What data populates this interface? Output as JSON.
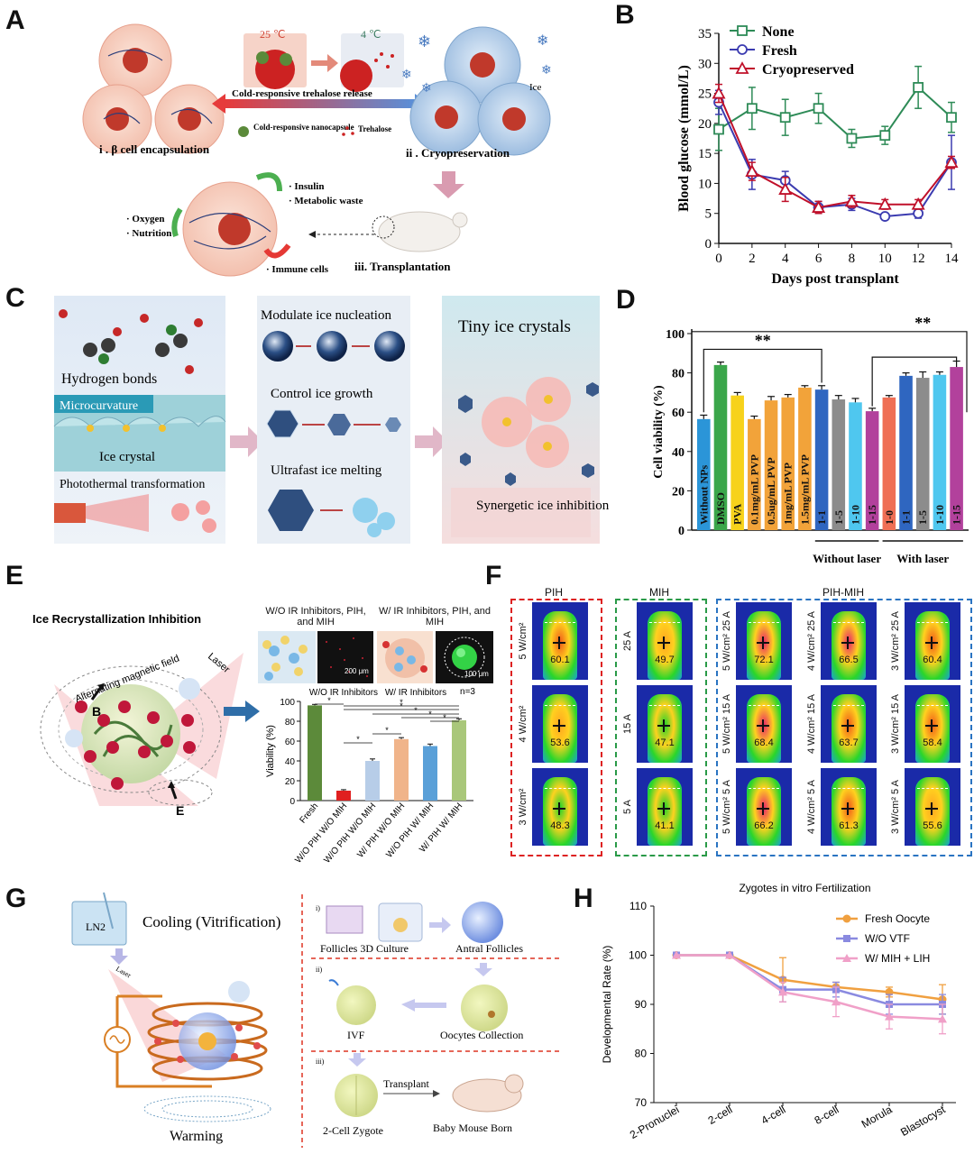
{
  "panel_labels": {
    "a": "A",
    "b": "B",
    "c": "C",
    "d": "D",
    "e": "E",
    "f": "F",
    "g": "G",
    "h": "H"
  },
  "panel_a": {
    "temp_warm": "25 ℃",
    "temp_cold": "4 ℃",
    "arrow_label": "Cold-responsive trehalose release",
    "legend_nanocapsule": "Cold-responsive nanocapsule",
    "legend_trehalose": "Trehalose",
    "step1": "i . β cell encapsulation",
    "step2": "ii . Cryopreservation",
    "step3": "iii. Transplantation",
    "ice": "Ice",
    "insulin": "· Insulin",
    "waste": "· Metabolic waste",
    "oxygen": "· Oxygen",
    "nutrition": "· Nutrition",
    "immune": "· Immune cells"
  },
  "panel_c": {
    "hbonds": "Hydrogen bonds",
    "microcurvature": "Microcurvature",
    "ice_crystal": "Ice crystal",
    "photothermal": "Photothermal transformation",
    "modulate": "Modulate ice nucleation",
    "control": "Control ice growth",
    "ultrafast": "Ultrafast ice melting",
    "tiny": "Tiny ice crystals",
    "synergetic": "Synergetic ice inhibition"
  },
  "panel_e": {
    "title": "Ice Recrystallization Inhibition",
    "field": "Alternating magnetic field",
    "laser": "Laser",
    "b_vec": "B",
    "e_vec": "E",
    "wo_header": "W/O IR Inhibitors, PIH, and MIH",
    "w_header": "W/ IR Inhibitors, PIH, and MIH",
    "scale1": "200 μm",
    "scale2": "100 μm",
    "group_wo": "W/O IR Inhibitors",
    "group_w": "W/ IR Inhibitors",
    "n": "n=3",
    "sig": "*"
  },
  "panel_f": {
    "pih": "PIH",
    "mih": "MIH",
    "pihmih": "PIH-MIH",
    "pih_rows": [
      {
        "label": "5 W/cm²",
        "value": "60.1"
      },
      {
        "label": "4 W/cm²",
        "value": "53.6"
      },
      {
        "label": "3 W/cm²",
        "value": "48.3"
      }
    ],
    "mih_rows": [
      {
        "label": "25 A",
        "value": "49.7"
      },
      {
        "label": "15 A",
        "value": "47.1"
      },
      {
        "label": "5 A",
        "value": "41.1"
      }
    ],
    "pm_col1": [
      {
        "label": "5 W/cm²  25 A",
        "value": "72.1"
      },
      {
        "label": "5 W/cm²  15 A",
        "value": "68.4"
      },
      {
        "label": "5 W/cm²  5 A",
        "value": "66.2"
      }
    ],
    "pm_col2": [
      {
        "label": "4 W/cm²  25 A",
        "value": "66.5"
      },
      {
        "label": "4 W/cm²  15 A",
        "value": "63.7"
      },
      {
        "label": "4 W/cm²  5 A",
        "value": "61.3"
      }
    ],
    "pm_col3": [
      {
        "label": "3 W/cm²  25 A",
        "value": "60.4"
      },
      {
        "label": "3 W/cm²  15 A",
        "value": "58.4"
      },
      {
        "label": "3 W/cm²  5 A",
        "value": "55.6"
      }
    ]
  },
  "panel_g": {
    "ln2": "LN2",
    "cooling": "Cooling (Vitrification)",
    "laser": "Laser",
    "warming": "Warming",
    "step_i": "i)",
    "step_ii": "ii)",
    "step_iii": "iii)",
    "follicles3d": "Follicles 3D Culture",
    "antral": "Antral Follicles",
    "oocytes": "Oocytes Collection",
    "ivf": "IVF",
    "zygote": "2-Cell Zygote",
    "transplant": "Transplant",
    "baby": "Baby Mouse Born"
  },
  "chart_data": [
    {
      "panel": "B",
      "type": "line",
      "x": [
        0,
        2,
        4,
        6,
        8,
        10,
        12,
        14
      ],
      "xlabel": "Days post transplant",
      "ylabel": "Blood glucose   (mmol/L)",
      "xlim": [
        0,
        14
      ],
      "ylim": [
        0,
        35
      ],
      "xticks": [
        "0",
        "2",
        "4",
        "6",
        "8",
        "10",
        "12",
        "14"
      ],
      "yticks": [
        "0",
        "5",
        "10",
        "15",
        "20",
        "25",
        "30",
        "35"
      ],
      "legend": "top-left",
      "series": [
        {
          "name": "None",
          "color": "#2e8b57",
          "marker": "square",
          "values": [
            19,
            22.5,
            21,
            22.5,
            17.5,
            18,
            26,
            21
          ],
          "errors": [
            3.5,
            3.5,
            3,
            2.5,
            1.5,
            1.5,
            3.5,
            2.5
          ]
        },
        {
          "name": "Fresh",
          "color": "#3b3bb0",
          "marker": "circle",
          "values": [
            23.5,
            11.5,
            10.5,
            6,
            6.5,
            4.5,
            5,
            13.5
          ],
          "errors": [
            2,
            2.5,
            1.5,
            1,
            1,
            0.5,
            0.8,
            4.5
          ]
        },
        {
          "name": "Cryopreserved",
          "color": "#c0102a",
          "marker": "triangle",
          "values": [
            25,
            12,
            9,
            6,
            7,
            6.5,
            6.5,
            13.5
          ],
          "errors": [
            1.5,
            1.5,
            2,
            1,
            1,
            0.8,
            0.8,
            1
          ]
        }
      ]
    },
    {
      "panel": "D",
      "type": "bar",
      "ylabel": "Cell viability  (%)",
      "ylim": [
        0,
        100
      ],
      "yticks": [
        "0",
        "20",
        "40",
        "60",
        "80",
        "100"
      ],
      "categories": [
        "Without NPs",
        "DMSO",
        "PVA",
        "0.1mg/mL PVP",
        "0.5ug/mL PVP",
        "1mg/mL PVP",
        "1.5mg/mL PVP",
        "1-1",
        "1-5",
        "1-10",
        "1-15",
        "1-0",
        "1-1",
        "1-5",
        "1-10",
        "1-15"
      ],
      "values": [
        56.5,
        84,
        68.5,
        56.5,
        66,
        67.5,
        72.5,
        71.5,
        66.5,
        65,
        60.5,
        67.5,
        78.5,
        77.5,
        79,
        83
      ],
      "errors": [
        2,
        1.5,
        1.5,
        1.5,
        2,
        1.5,
        1,
        2,
        2,
        2,
        1.5,
        1,
        1.5,
        3,
        1.5,
        3
      ],
      "colors": [
        "#2b95d8",
        "#3aa64a",
        "#f7d21b",
        "#f2a33a",
        "#f2a33a",
        "#f2a33a",
        "#f2a33a",
        "#2f66c0",
        "#8c8c8c",
        "#4fc7ef",
        "#b2419c",
        "#ef6f55",
        "#2f66c0",
        "#8c8c8c",
        "#4fc7ef",
        "#b2419c"
      ],
      "group_labels": [
        "Without laser",
        "With laser"
      ],
      "significance": [
        "**",
        "**"
      ]
    },
    {
      "panel": "E",
      "type": "bar",
      "ylabel": "Viability (%)",
      "ylim": [
        0,
        100
      ],
      "yticks": [
        "0",
        "20",
        "40",
        "60",
        "80",
        "100"
      ],
      "categories": [
        "Fresh",
        "W/O PIH W/O MIH",
        "W/O PIH W/O MIH",
        "W/ PIH W/O MIH",
        "W/O PIH W/ MIH",
        "W/ PIH W/ MIH"
      ],
      "values": [
        96,
        10,
        40,
        62,
        55,
        81
      ],
      "errors": [
        1,
        1,
        2,
        1.5,
        2,
        1.5
      ],
      "colors": [
        "#5c8a3a",
        "#e02020",
        "#b7cde8",
        "#f0b48a",
        "#5aa0d8",
        "#a9c77a"
      ]
    },
    {
      "panel": "H",
      "type": "line",
      "title": "Zygotes in vitro Fertilization",
      "ylabel": "Developmental Rate (%)",
      "categories": [
        "2-Pronuclei",
        "2-cell",
        "4-cell",
        "8-cell",
        "Morula",
        "Blastocyst"
      ],
      "ylim": [
        70,
        110
      ],
      "yticks": [
        "70",
        "80",
        "90",
        "100",
        "110"
      ],
      "legend": "top-right",
      "series": [
        {
          "name": "Fresh Oocyte",
          "color": "#f0a040",
          "values": [
            100,
            100,
            95,
            93.5,
            92.5,
            91
          ],
          "errors": [
            0,
            0,
            4.5,
            1,
            1,
            3
          ]
        },
        {
          "name": "W/O VTF",
          "color": "#8a8ae0",
          "values": [
            100,
            100,
            93,
            93,
            90,
            90
          ],
          "errors": [
            0,
            0,
            2.5,
            1.5,
            2,
            2
          ]
        },
        {
          "name": "W/ MIH + LIH",
          "color": "#f0a0c8",
          "values": [
            100,
            100,
            92.5,
            90.5,
            87.5,
            87
          ],
          "errors": [
            0,
            0,
            2,
            3,
            2.5,
            3
          ]
        }
      ]
    }
  ]
}
